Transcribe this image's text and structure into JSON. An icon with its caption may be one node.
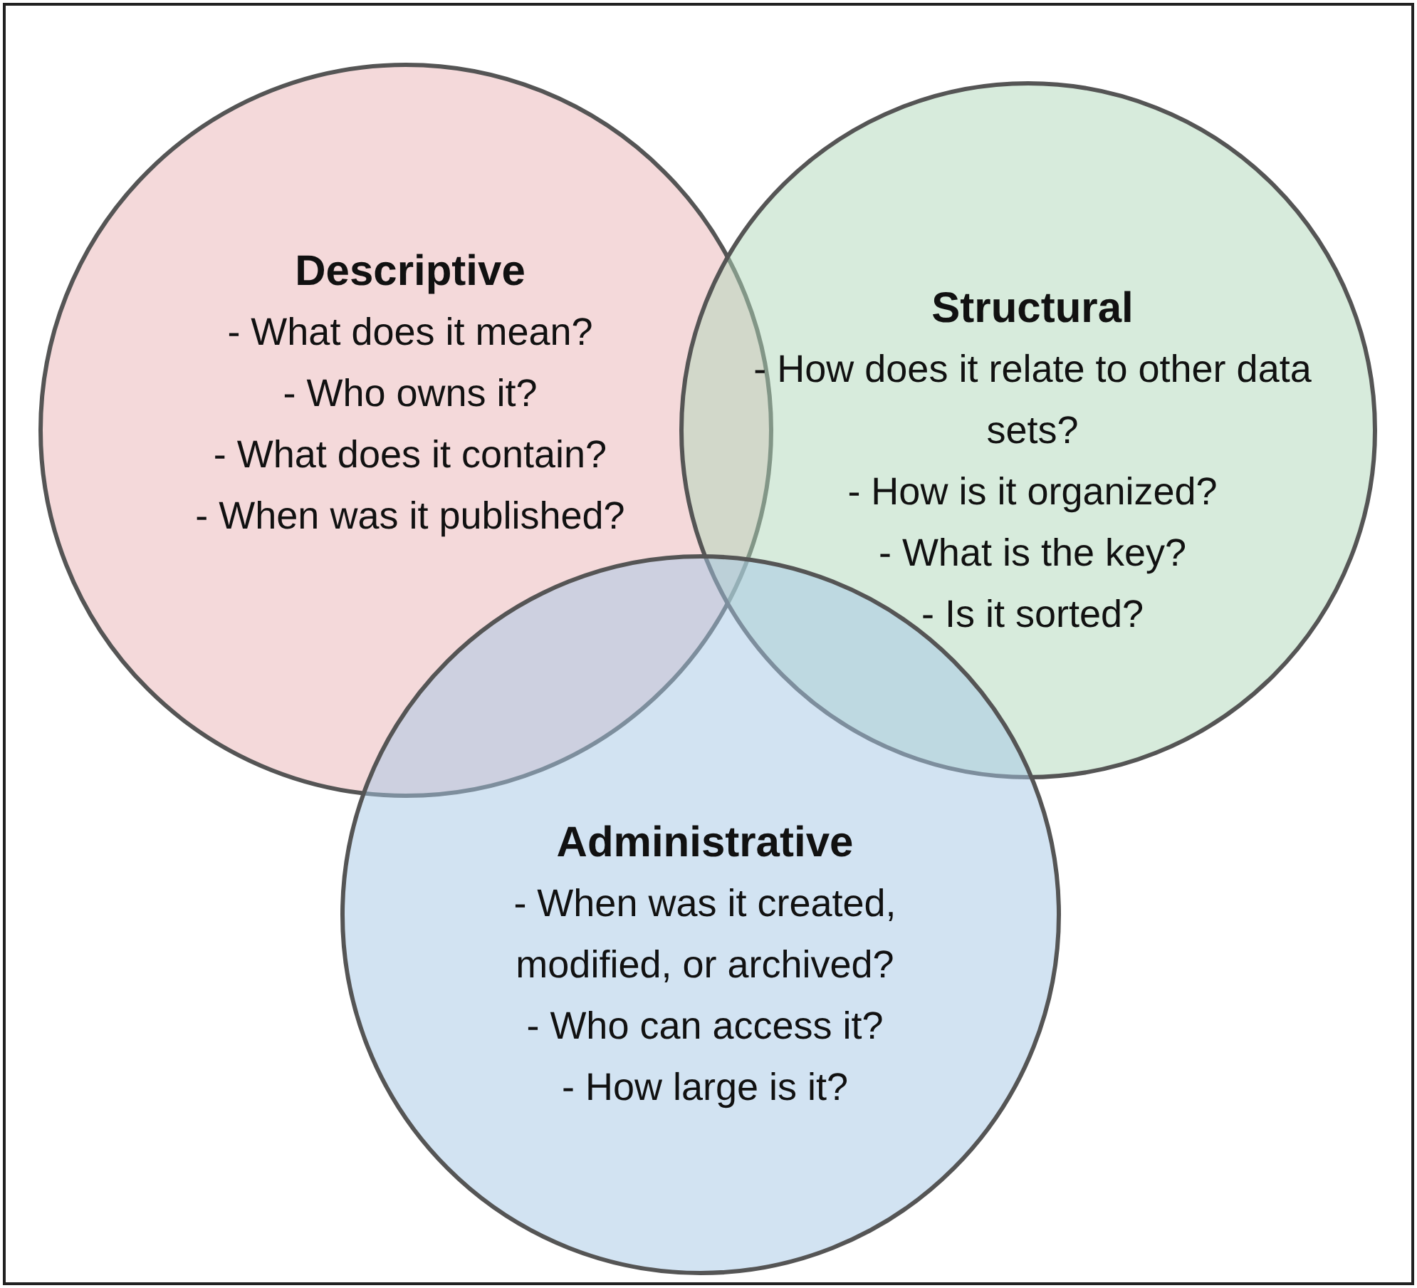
{
  "diagram": {
    "nodes": [
      {
        "text": [
          "Descriptive",
          "- What does it mean?",
          "- Who owns it?",
          "- What does it contain?",
          "- When was it published?"
        ]
      },
      {
        "text": [
          "Structural",
          "- How does it relate to other data sets?",
          "- How is it organized?",
          "- What is the key?",
          "- Is it sorted?"
        ]
      },
      {
        "text": [
          "Administrative",
          "- When was it created, modified, or archived?",
          "- Who can access it?",
          "- How large is it?"
        ]
      }
    ]
  }
}
